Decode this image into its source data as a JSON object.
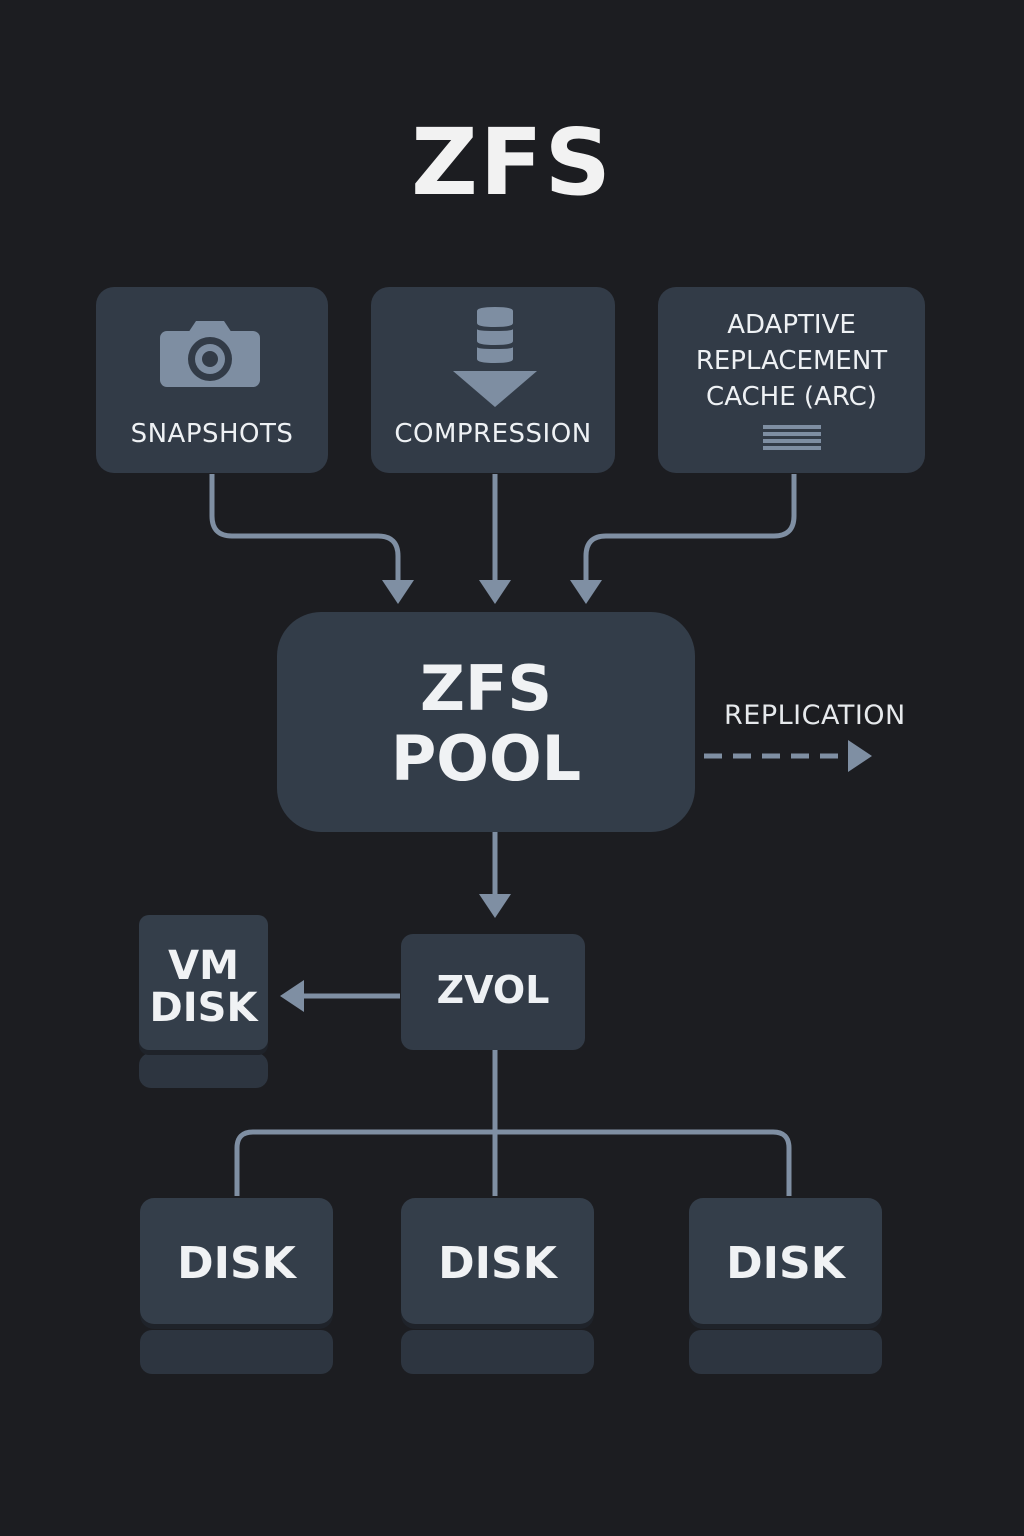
{
  "title": "ZFS",
  "features": {
    "snapshots": {
      "label": "SNAPSHOTS",
      "icon": "camera-icon"
    },
    "compression": {
      "label": "COMPRESSION",
      "icon": "database-down-arrow-icon"
    },
    "arc": {
      "label": "ADAPTIVE\nREPLACEMENT\nCACHE (ARC)",
      "icon": "list-lines-icon"
    }
  },
  "pool": {
    "label": "ZFS\nPOOL"
  },
  "replication": {
    "label": "REPLICATION"
  },
  "zvol": {
    "label": "ZVOL"
  },
  "vm_disk": {
    "label": "VM\nDISK"
  },
  "disks": [
    {
      "label": "DISK"
    },
    {
      "label": "DISK"
    },
    {
      "label": "DISK"
    }
  ],
  "colors": {
    "background": "#1c1d21",
    "card": "#323b47",
    "connector": "#7f8fa3",
    "text": "#eef1f4"
  }
}
